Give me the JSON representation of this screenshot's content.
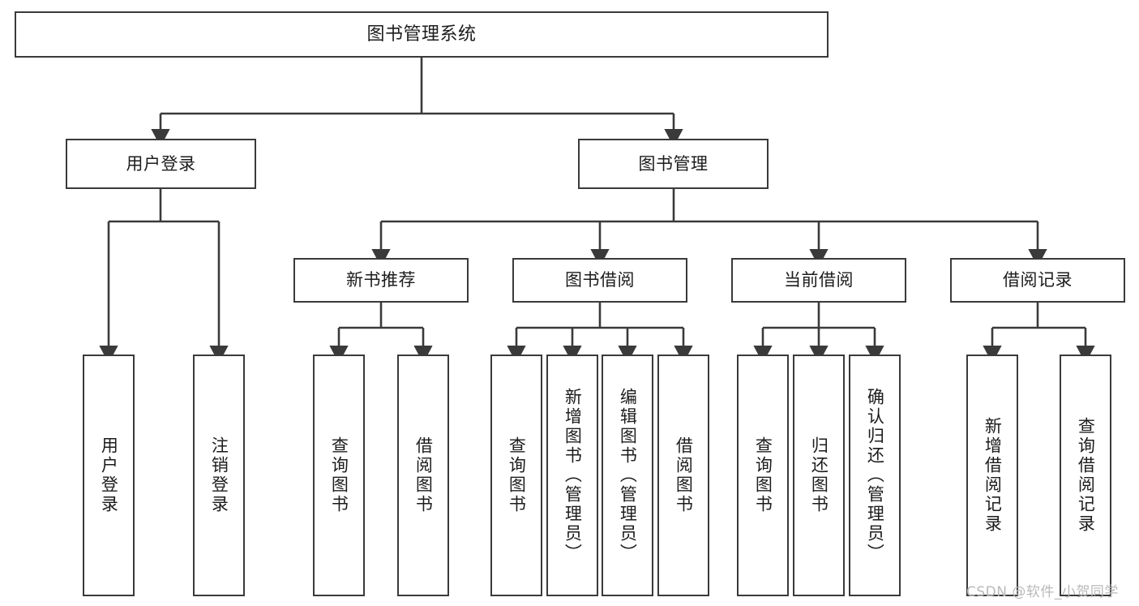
{
  "diagram": {
    "title": "图书管理系统",
    "type": "tree",
    "watermark": "CSDN @软件_小贺同学",
    "colors": {
      "box_border": "#3a3a3a",
      "box_fill": "#ffffff",
      "connector": "#3a3a3a",
      "text": "#1c1c1c",
      "watermark": "#b9b9b9",
      "background": "#ffffff"
    },
    "nodes": {
      "root": {
        "label": "图书管理系统",
        "level": 0,
        "orientation": "horizontal"
      },
      "user_login": {
        "label": "用户登录",
        "level": 1,
        "orientation": "horizontal"
      },
      "book_manage": {
        "label": "图书管理",
        "level": 1,
        "orientation": "horizontal"
      },
      "new_book_rec": {
        "label": "新书推荐",
        "level": 2,
        "orientation": "horizontal"
      },
      "book_borrow": {
        "label": "图书借阅",
        "level": 2,
        "orientation": "horizontal"
      },
      "current_borrow": {
        "label": "当前借阅",
        "level": 2,
        "orientation": "horizontal"
      },
      "borrow_record": {
        "label": "借阅记录",
        "level": 2,
        "orientation": "horizontal"
      },
      "leaf_user_login": {
        "label": "用户登录",
        "level": 3,
        "orientation": "vertical"
      },
      "leaf_logout": {
        "label": "注销登录",
        "level": 3,
        "orientation": "vertical"
      },
      "leaf_query_book_1": {
        "label": "查询图书",
        "level": 3,
        "orientation": "vertical"
      },
      "leaf_borrow_book_1": {
        "label": "借阅图书",
        "level": 3,
        "orientation": "vertical"
      },
      "leaf_query_book_2": {
        "label": "查询图书",
        "level": 3,
        "orientation": "vertical"
      },
      "leaf_add_book": {
        "label": "新增图书（管理员）",
        "level": 3,
        "orientation": "vertical"
      },
      "leaf_edit_book": {
        "label": "编辑图书（管理员）",
        "level": 3,
        "orientation": "vertical"
      },
      "leaf_borrow_book_2": {
        "label": "借阅图书",
        "level": 3,
        "orientation": "vertical"
      },
      "leaf_query_book_3": {
        "label": "查询图书",
        "level": 3,
        "orientation": "vertical"
      },
      "leaf_return_book": {
        "label": "归还图书",
        "level": 3,
        "orientation": "vertical"
      },
      "leaf_confirm_return": {
        "label": "确认归还（管理员）",
        "level": 3,
        "orientation": "vertical"
      },
      "leaf_add_record": {
        "label": "新增借阅记录",
        "level": 3,
        "orientation": "vertical"
      },
      "leaf_query_record": {
        "label": "查询借阅记录",
        "level": 3,
        "orientation": "vertical"
      }
    },
    "edges": [
      {
        "from": "root",
        "to": "user_login"
      },
      {
        "from": "root",
        "to": "book_manage"
      },
      {
        "from": "book_manage",
        "to": "new_book_rec"
      },
      {
        "from": "book_manage",
        "to": "book_borrow"
      },
      {
        "from": "book_manage",
        "to": "current_borrow"
      },
      {
        "from": "book_manage",
        "to": "borrow_record"
      },
      {
        "from": "user_login",
        "to": "leaf_user_login"
      },
      {
        "from": "user_login",
        "to": "leaf_logout"
      },
      {
        "from": "new_book_rec",
        "to": "leaf_query_book_1"
      },
      {
        "from": "new_book_rec",
        "to": "leaf_borrow_book_1"
      },
      {
        "from": "book_borrow",
        "to": "leaf_query_book_2"
      },
      {
        "from": "book_borrow",
        "to": "leaf_add_book"
      },
      {
        "from": "book_borrow",
        "to": "leaf_edit_book"
      },
      {
        "from": "book_borrow",
        "to": "leaf_borrow_book_2"
      },
      {
        "from": "current_borrow",
        "to": "leaf_query_book_3"
      },
      {
        "from": "current_borrow",
        "to": "leaf_return_book"
      },
      {
        "from": "current_borrow",
        "to": "leaf_confirm_return"
      },
      {
        "from": "borrow_record",
        "to": "leaf_add_record"
      },
      {
        "from": "borrow_record",
        "to": "leaf_query_record"
      }
    ]
  }
}
